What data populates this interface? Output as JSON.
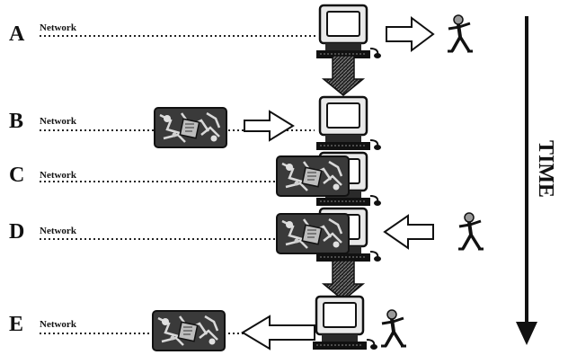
{
  "rows": [
    {
      "letter": "A",
      "label": "Network"
    },
    {
      "letter": "B",
      "label": "Network"
    },
    {
      "letter": "C",
      "label": "Network"
    },
    {
      "letter": "D",
      "label": "Network"
    },
    {
      "letter": "E",
      "label": "Network"
    }
  ],
  "time_label": "TIME",
  "icons": {
    "computer": "computer-icon",
    "virus_block": "virus-block-icon",
    "person": "person-icon",
    "data_arrow": "outline-arrow-icon",
    "transition_arrow": "down-arrow-icon",
    "time_arrow": "time-arrow-icon"
  }
}
